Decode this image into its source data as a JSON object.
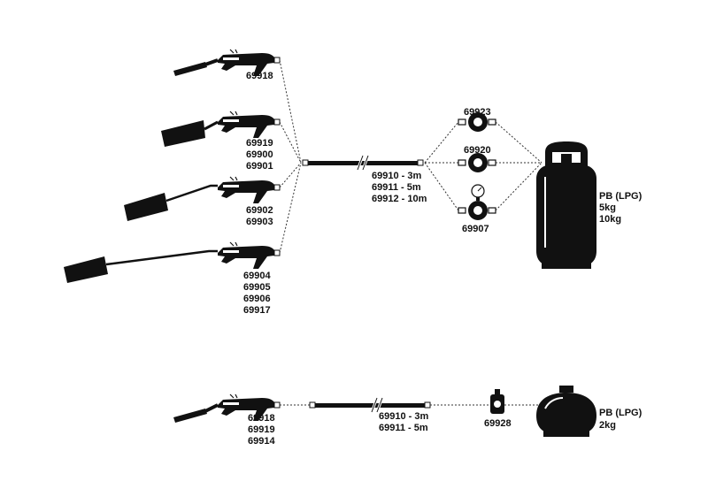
{
  "torches_top": [
    {
      "codes": [
        "69918"
      ]
    },
    {
      "codes": [
        "69919",
        "69900",
        "69901"
      ]
    },
    {
      "codes": [
        "69902",
        "69903"
      ]
    },
    {
      "codes": [
        "69904",
        "69905",
        "69906",
        "69917"
      ]
    }
  ],
  "hose_top": {
    "codes": [
      "69910 - 3m",
      "69911 - 5m",
      "69912 - 10m"
    ]
  },
  "regulators_top": [
    {
      "code": "69923"
    },
    {
      "code": "69920"
    },
    {
      "code": "69907"
    }
  ],
  "cylinder_top": {
    "lines": [
      "PB (LPG)",
      "5kg",
      "10kg"
    ]
  },
  "torch_bottom": {
    "codes": [
      "69918",
      "69919",
      "69914"
    ]
  },
  "hose_bottom": {
    "codes": [
      "69910 - 3m",
      "69911 - 5m"
    ]
  },
  "regulator_bottom": {
    "code": "69928"
  },
  "cylinder_bottom": {
    "lines": [
      "PB (LPG)",
      "2kg"
    ]
  },
  "colors": {
    "ink": "#111111",
    "background": "#ffffff"
  }
}
